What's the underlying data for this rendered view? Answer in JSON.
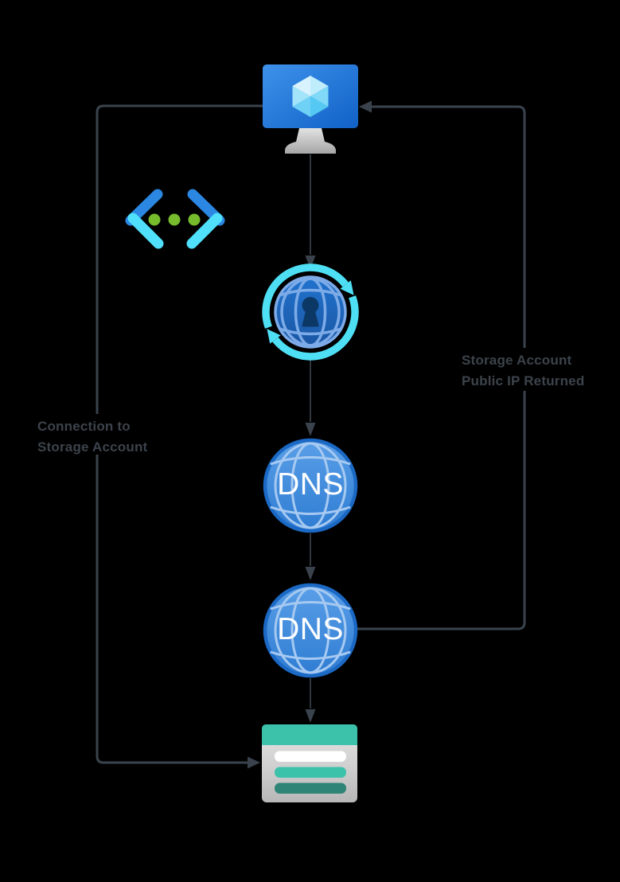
{
  "canvas": {
    "background": "#000000"
  },
  "labels": {
    "left_path": {
      "line1": "Connection to",
      "line2": "Storage Account"
    },
    "right_path": {
      "line1": "Storage Account",
      "line2": "Public IP Returned"
    }
  },
  "nodes": {
    "virtual_machine": {
      "icon": "azure-vm-monitor-icon"
    },
    "api_management": {
      "icon": "api-brackets-icon"
    },
    "private_endpoint": {
      "icon": "locked-globe-sync-icon"
    },
    "dns_primary": {
      "icon": "dns-globe-icon",
      "label": "DNS"
    },
    "dns_secondary": {
      "icon": "dns-globe-icon",
      "label": "DNS"
    },
    "storage_account": {
      "icon": "storage-table-icon"
    }
  },
  "colors": {
    "connector_line": "#3a434d",
    "label_text": "#3c434b",
    "vm_blue_top": "#3e92ea",
    "vm_blue_bottom": "#1161c7",
    "cube_light": "#d8f3fe",
    "api_bracket_blue": "#2b87e2",
    "api_bracket_cyan": "#50e0fb",
    "api_dot_green": "#76bc2d",
    "endpoint_globe_fill": "#1d6abf",
    "endpoint_grid": "#7dabe8",
    "keyhole_navy": "#0c3866",
    "sync_arrow_cyan": "#4edff4",
    "dns_fill_top": "#5a9fe8",
    "dns_fill_bottom": "#2e7cd2",
    "dns_ring": "#1b69c4",
    "dns_grid": "#a6c9f1",
    "dns_text": "#ffffff",
    "storage_teal": "#3cc2ab",
    "storage_teal_dark": "#2e8476",
    "storage_body_gray": "#cfcfcf"
  }
}
